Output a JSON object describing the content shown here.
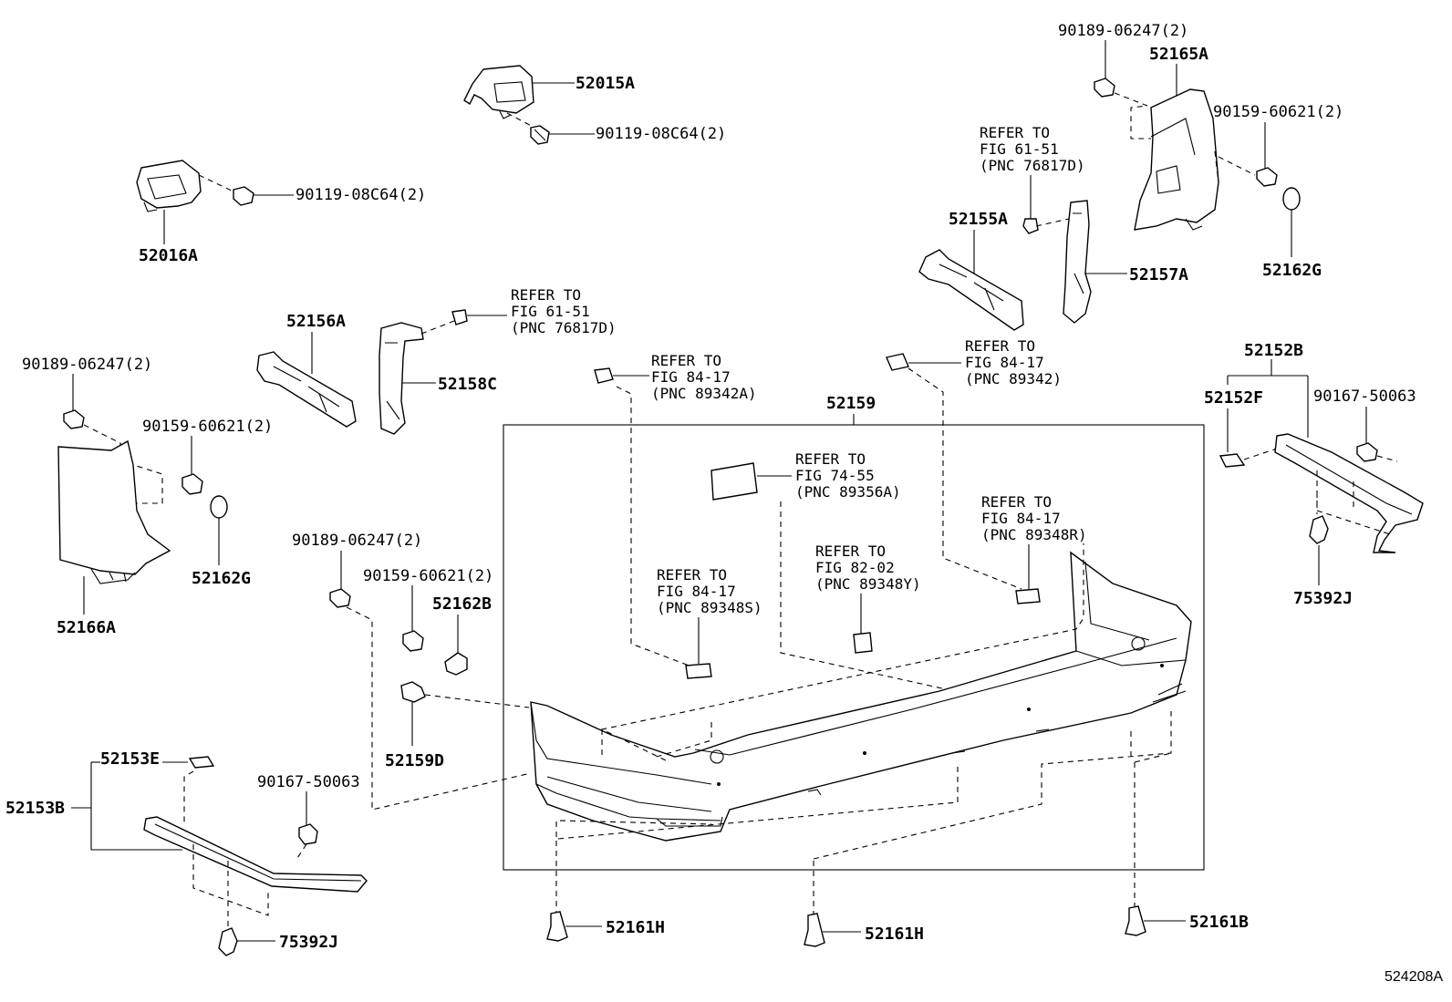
{
  "diagram_code": "524208A",
  "parts": {
    "p52015A": "52015A",
    "p90119_top": "90119-08C64(2)",
    "p90119_left": "90119-08C64(2)",
    "p52016A": "52016A",
    "p90189_tr": "90189-06247(2)",
    "p52165A": "52165A",
    "p90159_tr": "90159-60621(2)",
    "p52162G_r": "52162G",
    "p52155A": "52155A",
    "p52157A": "52157A",
    "p52156A": "52156A",
    "p52158C": "52158C",
    "p90189_l": "90189-06247(2)",
    "p90159_l": "90159-60621(2)",
    "p52162G_l": "52162G",
    "p52166A": "52166A",
    "p52159": "52159",
    "p90189_m": "90189-06247(2)",
    "p90159_m": "90159-60621(2)",
    "p52162B": "52162B",
    "p52159D": "52159D",
    "p52153E": "52153E",
    "p52153B": "52153B",
    "p90167_l": "90167-50063",
    "p75392J_l": "75392J",
    "p52152B": "52152B",
    "p52152F": "52152F",
    "p90167_r": "90167-50063",
    "p75392J_r": "75392J",
    "p52161H_a": "52161H",
    "p52161H_b": "52161H",
    "p52161B": "52161B"
  },
  "refs": {
    "r1": [
      "REFER TO",
      "FIG 61-51",
      "(PNC 76817D)"
    ],
    "r2": [
      "REFER TO",
      "FIG 61-51",
      "(PNC 76817D)"
    ],
    "r3": [
      "REFER TO",
      "FIG 84-17",
      "(PNC 89342A)"
    ],
    "r4": [
      "REFER TO",
      "FIG 84-17",
      "(PNC 89342)"
    ],
    "r5": [
      "REFER TO",
      "FIG 74-55",
      "(PNC 89356A)"
    ],
    "r6": [
      "REFER TO",
      "FIG 84-17",
      "(PNC 89348R)"
    ],
    "r7": [
      "REFER TO",
      "FIG 82-02",
      "(PNC 89348Y)"
    ],
    "r8": [
      "REFER TO",
      "FIG 84-17",
      "(PNC 89348S)"
    ]
  }
}
